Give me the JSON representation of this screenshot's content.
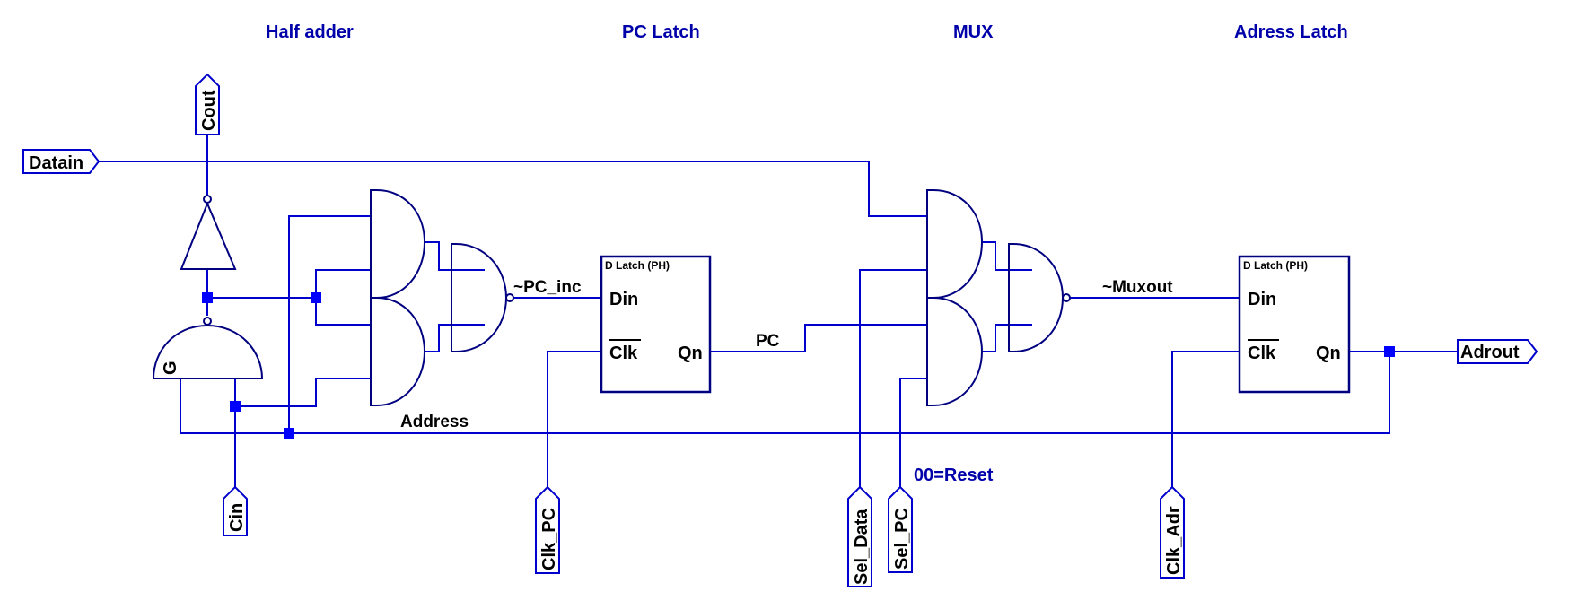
{
  "sections": {
    "half_adder": "Half adder",
    "pc_latch": "PC Latch",
    "mux": "MUX",
    "address_latch": "Adress Latch"
  },
  "ports": {
    "datain": "Datain",
    "cout": "Cout",
    "cin": "Cin",
    "clk_pc": "Clk_PC",
    "sel_data": "Sel_Data",
    "sel_pc": "Sel_PC",
    "clk_adr": "Clk_Adr",
    "adrout": "Adrout"
  },
  "nets": {
    "pc_inc": "~PC_inc",
    "pc": "PC",
    "muxout": "~Muxout",
    "address": "Address"
  },
  "gates": {
    "g_label": "G"
  },
  "latches": [
    {
      "title": "D Latch (PH)",
      "din": "Din",
      "clk": "Clk",
      "qn": "Qn"
    },
    {
      "title": "D Latch (PH)",
      "din": "Din",
      "clk": "Clk",
      "qn": "Qn"
    }
  ],
  "notes": {
    "reset": "00=Reset"
  },
  "colors": {
    "wire": "#0000cc",
    "gate_outline": "#000080",
    "junction": "#0000ff",
    "heading": "#0000aa"
  }
}
